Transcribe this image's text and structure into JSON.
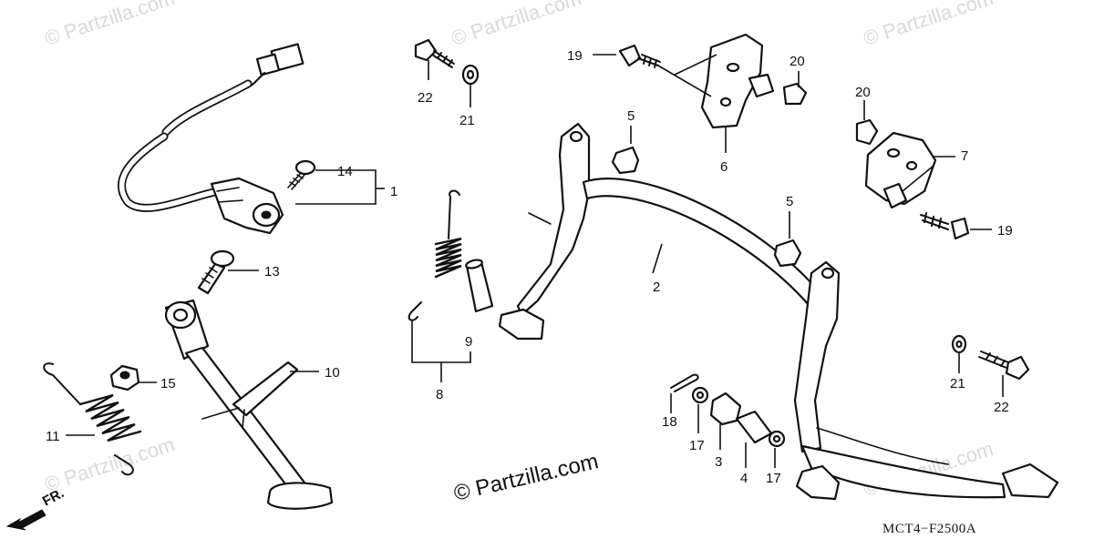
{
  "diagram": {
    "drawing_code": "MCT4−F2500A",
    "watermark_main": "© Partzilla.com",
    "watermark_faint": "© Partzilla.com",
    "direction_label": "FR.",
    "callouts": {
      "p1": "1",
      "p2": "2",
      "p3": "3",
      "p4": "4",
      "p5a": "5",
      "p5b": "5",
      "p6": "6",
      "p7": "7",
      "p8": "8",
      "p9": "9",
      "p10": "10",
      "p11": "11",
      "p13": "13",
      "p14": "14",
      "p15": "15",
      "p17a": "17",
      "p17b": "17",
      "p18": "18",
      "p19a": "19",
      "p19b": "19",
      "p20a": "20",
      "p20b": "20",
      "p21a": "21",
      "p21b": "21",
      "p22a": "22",
      "p22b": "22"
    }
  }
}
